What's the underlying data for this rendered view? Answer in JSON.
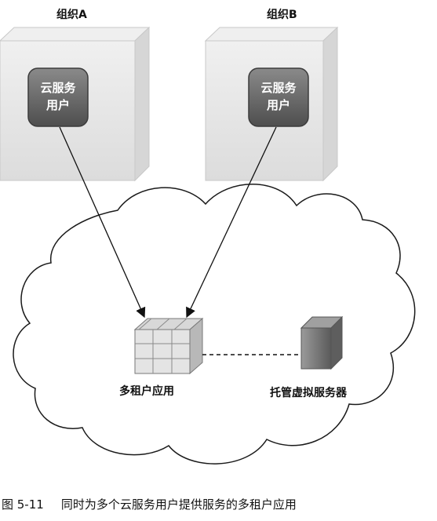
{
  "org_a": {
    "label": "组织A",
    "user_line1": "云服务",
    "user_line2": "用户"
  },
  "org_b": {
    "label": "组织B",
    "user_line1": "云服务",
    "user_line2": "用户"
  },
  "multi_tenant_app": {
    "label": "多租户应用"
  },
  "hosted_server": {
    "label": "托管虚拟服务器"
  },
  "caption": {
    "number": "图 5-11",
    "text": "同时为多个云服务用户提供服务的多租户应用"
  },
  "colors": {
    "user_box": "#6e6e6e",
    "org_cube": "#e6e6e6",
    "cloud_fill": "#ffffff",
    "arrow": "#111111"
  }
}
